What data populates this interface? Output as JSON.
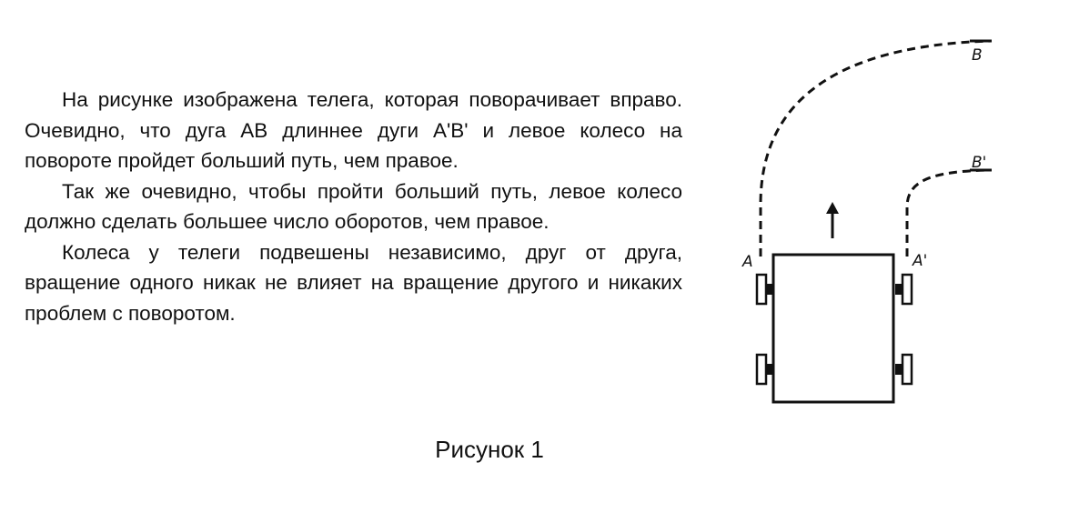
{
  "text": {
    "paragraphs": [
      "На рисунке изображена телега, которая поворачивает вправо. Очевидно, что дуга АВ длиннее дуги А'В' и левое колесо на повороте пройдет больший путь, чем правое.",
      "Так же очевидно, чтобы пройти больший путь, левое колесо должно сделать большее число оборотов, чем правое.",
      "Колеса у телеги подвешены независимо, друг от друга, вращение одного никак не влияет на вращение другого и никаких проблем с поворотом."
    ]
  },
  "caption": "Рисунок 1",
  "diagram": {
    "labels": {
      "a": "A",
      "a_prime": "A'",
      "b": "B",
      "b_prime": "B'"
    },
    "line_color": "#111111"
  }
}
